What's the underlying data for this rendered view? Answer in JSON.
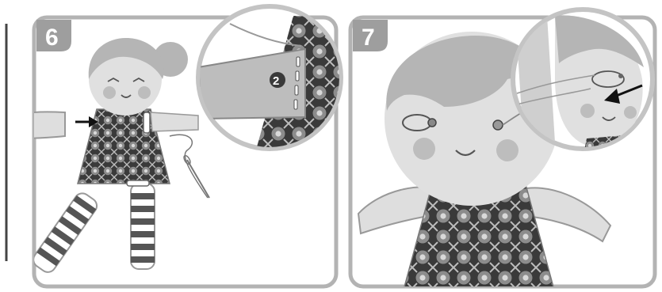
{
  "steps": [
    {
      "number": "6",
      "callout": "2"
    },
    {
      "number": "7"
    }
  ],
  "colors": {
    "panel_border": "#b3b3b3",
    "step_badge": "#9e9e9e",
    "hair": "#b5b5b5",
    "skin": "#e0e0e0",
    "cheek": "#bdbdbd",
    "arm_fabric": "#dedede",
    "dress_dark": "#3a3a3a",
    "stripe_dark": "#555555",
    "arrow": "#111111"
  },
  "icons": [
    "arrow-right-icon",
    "arrow-left-icon",
    "needle-icon",
    "magnifier-circle-icon"
  ]
}
